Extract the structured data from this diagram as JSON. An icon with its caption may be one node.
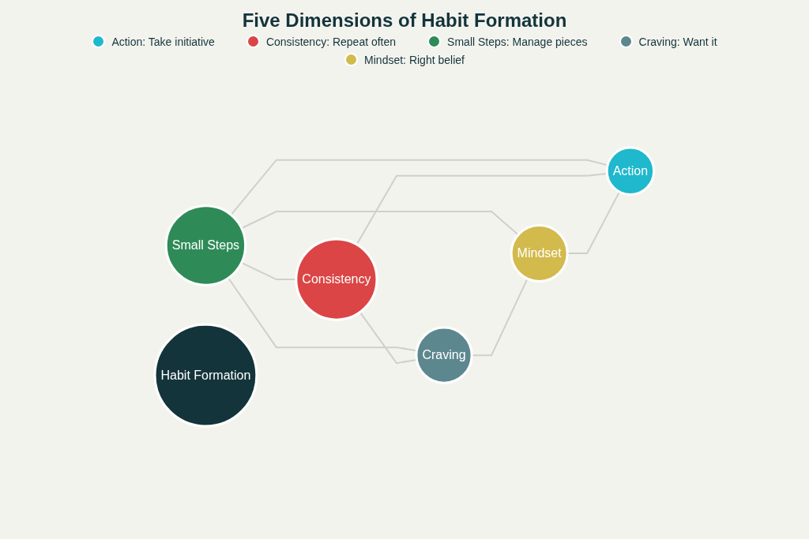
{
  "diagram": {
    "title": "Five Dimensions of Habit Formation",
    "nodes": [
      {
        "text": [
          "Consistency"
        ]
      },
      {
        "text": [
          "Small Steps"
        ]
      },
      {
        "text": [
          "Habit Formation"
        ]
      },
      {
        "text": [
          "Action"
        ]
      },
      {
        "text": [
          "Craving"
        ]
      },
      {
        "text": [
          "Mindset"
        ]
      }
    ],
    "edges": [
      {
        "from": 1,
        "to": 0,
        "arrow": "none"
      },
      {
        "from": 1,
        "to": 3,
        "arrow": "none"
      },
      {
        "from": 1,
        "to": 4,
        "arrow": "none"
      },
      {
        "from": 1,
        "to": 5,
        "arrow": "none"
      },
      {
        "from": 0,
        "to": 3,
        "arrow": "none"
      },
      {
        "from": 0,
        "to": 4,
        "arrow": "none"
      },
      {
        "from": 4,
        "to": 5,
        "arrow": "none"
      },
      {
        "from": 5,
        "to": 3,
        "arrow": "none"
      }
    ],
    "legend": [
      {
        "text": "Action: Take initiative",
        "color": "#1fb8cd"
      },
      {
        "text": "Consistency: Repeat often",
        "color": "#db4545"
      },
      {
        "text": "Small Steps: Manage pieces",
        "color": "#2e8b57"
      },
      {
        "text": "Craving: Want it",
        "color": "#5d878f"
      },
      {
        "text": "Mindset: Right belief",
        "color": "#d2ba4c"
      }
    ]
  }
}
